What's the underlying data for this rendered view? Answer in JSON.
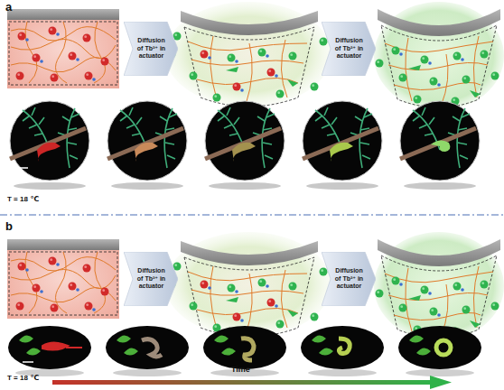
{
  "diagram": {
    "nodes": [
      {
        "text": [
          "Diffusion of Tb³⁺ in actuator"
        ]
      },
      {
        "text": [
          "Diffusion of Tb³⁺ in actuator"
        ]
      },
      {
        "text": [
          "Diffusion of Tb³⁺ in actuator"
        ]
      },
      {
        "text": [
          "Diffusion of Tb³⁺ in actuator"
        ]
      }
    ],
    "labels": [
      "a",
      "T = 18 ℃",
      "b",
      "T = 18 ℃",
      "Time"
    ]
  }
}
